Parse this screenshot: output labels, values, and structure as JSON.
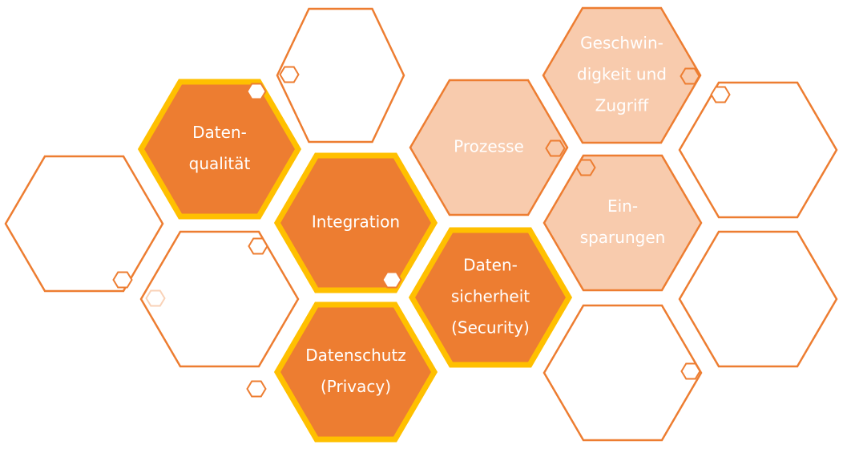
{
  "colors": {
    "outline_orange": "#ED7D31",
    "dark_fill": "#ED7D31",
    "light_fill": "#F8CBAD",
    "gold_border": "#FFC000",
    "white": "#FFFFFF"
  },
  "hexagons": [
    {
      "id": "empty-1",
      "style": "outline",
      "lines": []
    },
    {
      "id": "empty-2",
      "style": "outline",
      "lines": []
    },
    {
      "id": "empty-3",
      "style": "outline",
      "lines": []
    },
    {
      "id": "empty-4",
      "style": "outline",
      "lines": []
    },
    {
      "id": "empty-5",
      "style": "outline",
      "lines": []
    },
    {
      "id": "empty-6",
      "style": "outline",
      "lines": []
    },
    {
      "id": "datenqualitaet",
      "style": "dark",
      "lines": [
        "Daten-",
        "qualität"
      ]
    },
    {
      "id": "integration",
      "style": "dark",
      "lines": [
        "Integration"
      ]
    },
    {
      "id": "datenschutz",
      "style": "dark",
      "lines": [
        "Datenschutz",
        "(Privacy)"
      ]
    },
    {
      "id": "datensicherheit",
      "style": "dark",
      "lines": [
        "Daten-",
        "sicherheit",
        "(Security)"
      ]
    },
    {
      "id": "prozesse",
      "style": "light",
      "lines": [
        "Prozesse"
      ]
    },
    {
      "id": "geschwindigkeit",
      "style": "light",
      "lines": [
        "Geschwin-",
        "digkeit und",
        "Zugriff"
      ]
    },
    {
      "id": "einsparungen",
      "style": "light",
      "lines": [
        "Ein-",
        "sparungen"
      ]
    }
  ]
}
